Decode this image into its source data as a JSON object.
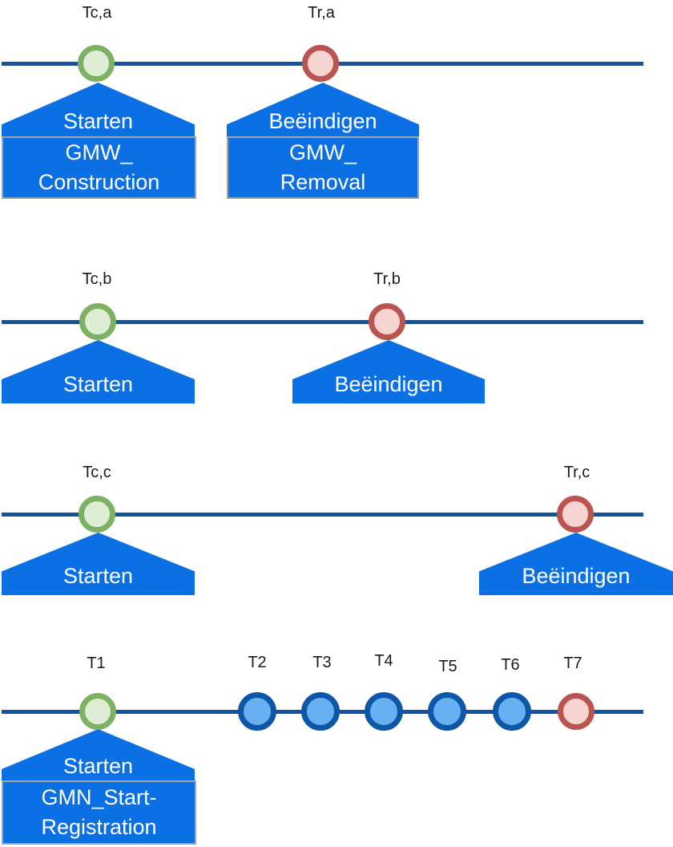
{
  "title": "Groundwater monitoring event timelines diagram",
  "colors": {
    "timeline_line": "#1055A0",
    "shape_blue": "#0B70E4",
    "start_marker_border": "#7DB163",
    "start_marker_fill": "#DEEDD4",
    "end_marker_border": "#B95450",
    "end_marker_fill": "#F6D4D2",
    "intermediate_marker_border": "#0D57A6",
    "intermediate_marker_fill": "#67B0F4",
    "box_border": "#9EA5AD",
    "label_text": "#1a1a1a",
    "shape_text": "#ffffff"
  },
  "timelines": [
    {
      "events": [
        {
          "time_label": "Tc,a",
          "marker": "start",
          "action": "Starten",
          "box_line1": "GMW_",
          "box_line2": "Construction"
        },
        {
          "time_label": "Tr,a",
          "marker": "end",
          "action": "Beëindigen",
          "box_line1": "GMW_",
          "box_line2": "Removal"
        }
      ]
    },
    {
      "events": [
        {
          "time_label": "Tc,b",
          "marker": "start",
          "action": "Starten"
        },
        {
          "time_label": "Tr,b",
          "marker": "end",
          "action": "Beëindigen"
        }
      ]
    },
    {
      "events": [
        {
          "time_label": "Tc,c",
          "marker": "start",
          "action": "Starten"
        },
        {
          "time_label": "Tr,c",
          "marker": "end",
          "action": "Beëindigen"
        }
      ]
    },
    {
      "events": [
        {
          "time_label": "T1",
          "marker": "start",
          "action": "Starten",
          "box_line1": "GMN_Start-",
          "box_line2": "Registration"
        },
        {
          "time_label": "T2",
          "marker": "intermediate"
        },
        {
          "time_label": "T3",
          "marker": "intermediate"
        },
        {
          "time_label": "T4",
          "marker": "intermediate"
        },
        {
          "time_label": "T5",
          "marker": "intermediate"
        },
        {
          "time_label": "T6",
          "marker": "intermediate"
        },
        {
          "time_label": "T7",
          "marker": "end"
        }
      ]
    }
  ]
}
